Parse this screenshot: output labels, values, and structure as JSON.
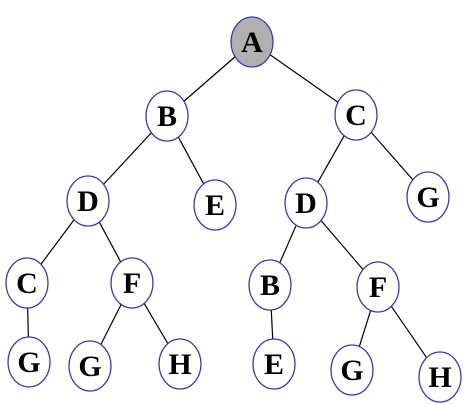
{
  "colors": {
    "node_fill": "#ffffff",
    "node_stroke": "#3a3ab0",
    "root_fill": "#b0b0b0",
    "edge": "#000000"
  },
  "nodes": [
    {
      "id": "n1",
      "label": "A",
      "highlighted": true
    },
    {
      "id": "n2",
      "label": "B"
    },
    {
      "id": "n3",
      "label": "C"
    },
    {
      "id": "n4",
      "label": "D"
    },
    {
      "id": "n5",
      "label": "E"
    },
    {
      "id": "n6",
      "label": "D"
    },
    {
      "id": "n7",
      "label": "G"
    },
    {
      "id": "n8",
      "label": "C"
    },
    {
      "id": "n9",
      "label": "F"
    },
    {
      "id": "n10",
      "label": "B"
    },
    {
      "id": "n11",
      "label": "F"
    },
    {
      "id": "n12",
      "label": "G"
    },
    {
      "id": "n13",
      "label": "G"
    },
    {
      "id": "n14",
      "label": "H"
    },
    {
      "id": "n15",
      "label": "E"
    },
    {
      "id": "n16",
      "label": "G"
    },
    {
      "id": "n17",
      "label": "H"
    }
  ],
  "edges": [
    [
      "n1",
      "n2"
    ],
    [
      "n1",
      "n3"
    ],
    [
      "n2",
      "n4"
    ],
    [
      "n2",
      "n5"
    ],
    [
      "n3",
      "n6"
    ],
    [
      "n3",
      "n7"
    ],
    [
      "n4",
      "n8"
    ],
    [
      "n4",
      "n9"
    ],
    [
      "n6",
      "n10"
    ],
    [
      "n6",
      "n11"
    ],
    [
      "n8",
      "n12"
    ],
    [
      "n9",
      "n13"
    ],
    [
      "n9",
      "n14"
    ],
    [
      "n10",
      "n15"
    ],
    [
      "n11",
      "n16"
    ],
    [
      "n11",
      "n17"
    ]
  ]
}
